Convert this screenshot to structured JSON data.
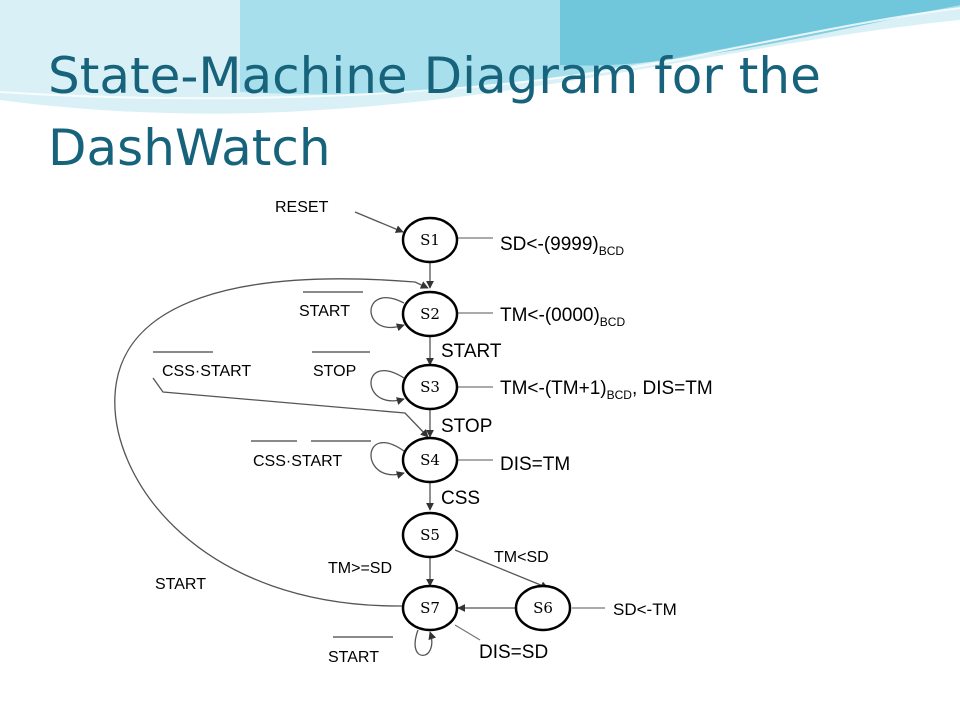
{
  "slide": {
    "title_line1": "State-Machine Diagram for the",
    "title_line2": "DashWatch"
  },
  "colors": {
    "title": "#17637c",
    "wave_light": "#d9f1f6",
    "wave_mid": "#9fdcea",
    "wave_dark": "#4bb7d1"
  },
  "diagram": {
    "states": [
      {
        "id": "s1",
        "label": "S1",
        "action": "SD<-(9999)",
        "action_sub": "BCD",
        "action_tail": ""
      },
      {
        "id": "s2",
        "label": "S2",
        "action": "TM<-(0000)",
        "action_sub": "BCD",
        "action_tail": ""
      },
      {
        "id": "s3",
        "label": "S3",
        "action": "TM<-(TM+1)",
        "action_sub": "BCD",
        "action_tail": ", DIS=TM"
      },
      {
        "id": "s4",
        "label": "S4",
        "action": "DIS=TM",
        "action_sub": "",
        "action_tail": ""
      },
      {
        "id": "s5",
        "label": "S5",
        "action": "",
        "action_sub": "",
        "action_tail": ""
      },
      {
        "id": "s6",
        "label": "S6",
        "action": "SD<-TM",
        "action_sub": "",
        "action_tail": ""
      },
      {
        "id": "s7",
        "label": "S7",
        "action": "DIS=SD",
        "action_sub": "",
        "action_tail": ""
      }
    ],
    "transitions": {
      "reset": "RESET",
      "s2_loop": "START",
      "s2_s3": "START",
      "s3_loop": "STOP",
      "s3_s4": "STOP",
      "css_start_to_s4": "CSS·START",
      "s4_loop": "CSS·START",
      "s4_s5": "CSS",
      "s5_s7": "TM>=SD",
      "s5_s6": "TM<SD",
      "s7_s2": "START",
      "s7_loop": "START"
    }
  }
}
